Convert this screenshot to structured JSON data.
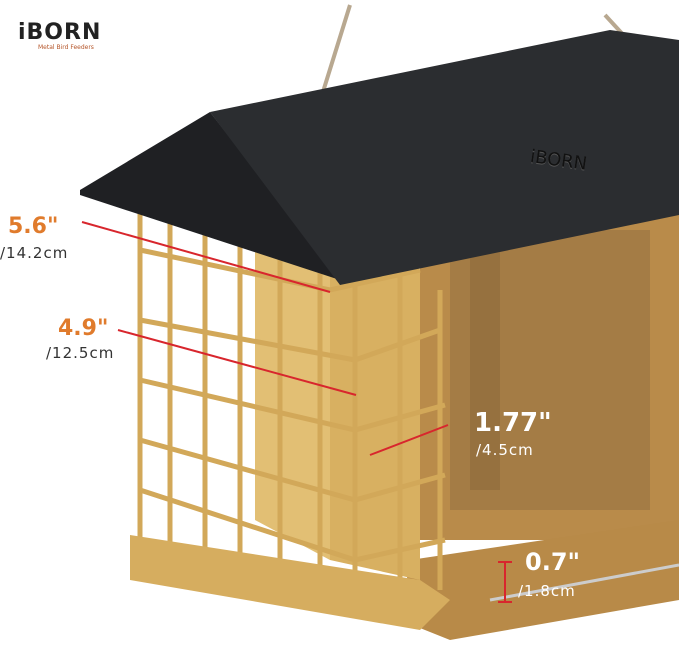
{
  "brand": {
    "logo": "iBORN",
    "tagline": "Metal Bird Feeders",
    "roof_mark": "iBORN"
  },
  "colors": {
    "accent": "#e07b2c",
    "dimension_line": "#d8262d",
    "roof": "#2b2d30",
    "cage": "#d2a859"
  },
  "dimensions": [
    {
      "imperial": "5.6\"",
      "metric": "/14.2cm"
    },
    {
      "imperial": "4.9\"",
      "metric": "/12.5cm"
    },
    {
      "imperial": "1.77\"",
      "metric": "/4.5cm"
    },
    {
      "imperial": "0.7\"",
      "metric": "/1.8cm"
    }
  ]
}
